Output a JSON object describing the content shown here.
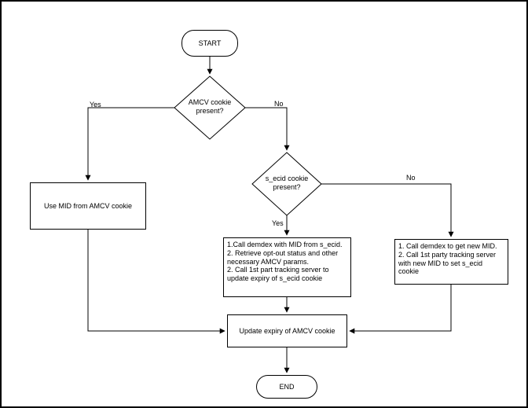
{
  "diagram": {
    "nodes": {
      "start": "START",
      "decision_amcv": "AMCV cookie present?",
      "use_mid": "Use MID from AMCV cookie",
      "decision_secid": "s_ecid cookie present?",
      "steps_secid_present": "1.Call demdex with MID from s_ecid.\n2. Retrieve opt-out status and other necessary AMCV params.\n2. Call 1st part tracking server to update expiry of s_ecid cookie",
      "steps_new_mid": "1. Call demdex to get new MID.\n2. Call 1st party tracking server with new MID to set s_ecid cookie",
      "update_expiry": "Update expiry of AMCV cookie",
      "end": "END"
    },
    "edge_labels": {
      "amcv_yes": "Yes",
      "amcv_no": "No",
      "secid_yes": "Yes",
      "secid_no": "No"
    },
    "colors": {
      "stroke": "#000000",
      "background": "#ffffff"
    }
  }
}
